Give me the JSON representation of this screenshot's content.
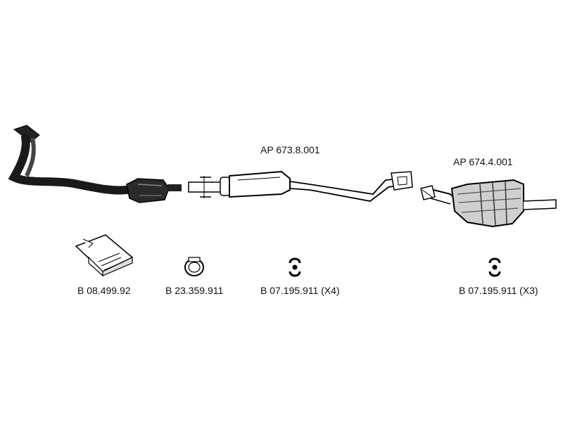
{
  "diagram": {
    "parts": [
      {
        "id": "front-pipe-catalyst",
        "label": ""
      },
      {
        "id": "middle-silencer",
        "label": "AP 673.8.001"
      },
      {
        "id": "rear-silencer",
        "label": "AP 674.4.001"
      }
    ],
    "accessories": [
      {
        "id": "mounting-kit",
        "label": "B 08.499.92"
      },
      {
        "id": "clamp",
        "label": "B 23.359.911"
      },
      {
        "id": "rubber-hanger-mid",
        "label": "B 07.195.911 (X4)"
      },
      {
        "id": "rubber-hanger-rear",
        "label": "B 07.195.911 (X3)"
      }
    ]
  }
}
